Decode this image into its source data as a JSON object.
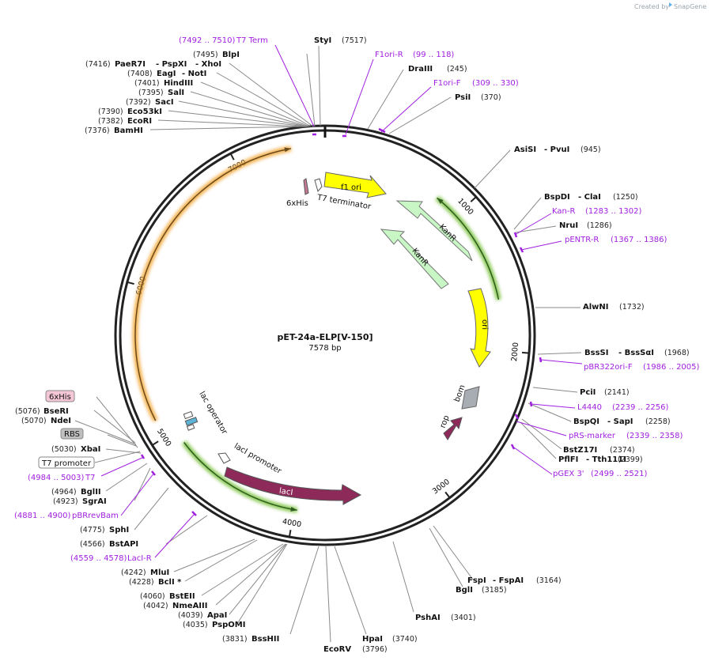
{
  "credit": {
    "text": "Created by",
    "brand": "SnapGene"
  },
  "plasmid": {
    "name": "pET-24a-ELP[V-150]",
    "size_label": "7578 bp",
    "length": 7578
  },
  "colors": {
    "primer": "#a020e0",
    "backbone": "#222222",
    "orf_orange": "#f2a93b",
    "orf_green": "#7dc242",
    "lacI": "#8e2a5a",
    "ori": "#ffff00",
    "kanR": "#c8f7c5",
    "bom": "#a8adb3",
    "rbs_box": "#bfbfbf",
    "his_box": "#f5c6d6"
  },
  "ticks": [
    "1000",
    "2000",
    "3000",
    "4000",
    "5000",
    "6000",
    "7000"
  ],
  "sites": [
    {
      "name": "StyI",
      "pos": "(7517)"
    },
    {
      "name": "BlpI",
      "pos": "(7495)"
    },
    {
      "name": "PaeR7I",
      "alt": "- PspXI",
      "alt2": "- XhoI",
      "pos": "(7416)"
    },
    {
      "name": "EagI",
      "alt": "- NotI",
      "pos": "(7408)"
    },
    {
      "name": "HindIII",
      "pos": "(7401)"
    },
    {
      "name": "SalI",
      "pos": "(7395)"
    },
    {
      "name": "SacI",
      "pos": "(7392)"
    },
    {
      "name": "Eco53kI",
      "pos": "(7390)"
    },
    {
      "name": "EcoRI",
      "pos": "(7382)"
    },
    {
      "name": "BamHI",
      "pos": "(7376)"
    },
    {
      "name": "DraIII",
      "pos": "(245)"
    },
    {
      "name": "PsiI",
      "pos": "(370)"
    },
    {
      "name": "AsiSI",
      "alt": "- PvuI",
      "pos": "(945)"
    },
    {
      "name": "BspDI",
      "alt": "- ClaI",
      "pos": "(1250)"
    },
    {
      "name": "NruI",
      "pos": "(1286)"
    },
    {
      "name": "AlwNI",
      "pos": "(1732)"
    },
    {
      "name": "BssSI",
      "alt": "- BssSαI",
      "pos": "(1968)"
    },
    {
      "name": "PciI",
      "pos": "(2141)"
    },
    {
      "name": "BspQI",
      "alt": "- SapI",
      "pos": "(2258)"
    },
    {
      "name": "BstZ17I",
      "pos": "(2374)"
    },
    {
      "name": "PflFI",
      "alt": "- Tth111I",
      "pos": "(2399)"
    },
    {
      "name": "FspI",
      "alt": "- FspAI",
      "pos": "(3164)"
    },
    {
      "name": "BglI",
      "pos": "(3185)"
    },
    {
      "name": "PshAI",
      "pos": "(3401)"
    },
    {
      "name": "HpaI",
      "pos": "(3740)"
    },
    {
      "name": "EcoRV",
      "pos": "(3796)"
    },
    {
      "name": "BssHII",
      "pos": "(3831)"
    },
    {
      "name": "PspOMI",
      "pos": "(4035)"
    },
    {
      "name": "ApaI",
      "pos": "(4039)"
    },
    {
      "name": "NmeAIII",
      "pos": "(4042)"
    },
    {
      "name": "BstEII",
      "pos": "(4060)"
    },
    {
      "name": "BclI *",
      "pos": "(4228)"
    },
    {
      "name": "MluI",
      "pos": "(4242)"
    },
    {
      "name": "BstAPI",
      "pos": "(4566)"
    },
    {
      "name": "SphI",
      "pos": "(4775)"
    },
    {
      "name": "SgrAI",
      "pos": "(4923)"
    },
    {
      "name": "BglII",
      "pos": "(4964)"
    },
    {
      "name": "XbaI",
      "pos": "(5030)"
    },
    {
      "name": "NdeI",
      "pos": "(5070)"
    },
    {
      "name": "BseRI",
      "pos": "(5076)"
    }
  ],
  "primers": [
    {
      "name": "T7 Term",
      "range": "(7492 .. 7510)"
    },
    {
      "name": "F1ori-R",
      "range": "(99 .. 118)"
    },
    {
      "name": "F1ori-F",
      "range": "(309 .. 330)"
    },
    {
      "name": "Kan-R",
      "range": "(1283 .. 1302)"
    },
    {
      "name": "pENTR-R",
      "range": "(1367 .. 1386)"
    },
    {
      "name": "pBR322ori-F",
      "range": "(1986 .. 2005)"
    },
    {
      "name": "L4440",
      "range": "(2239 .. 2256)"
    },
    {
      "name": "pRS-marker",
      "range": "(2339 .. 2358)"
    },
    {
      "name": "pGEX 3'",
      "range": "(2499 .. 2521)"
    },
    {
      "name": "LacI-R",
      "range": "(4559 .. 4578)"
    },
    {
      "name": "pBRrevBam",
      "range": "(4881 .. 4900)"
    },
    {
      "name": "T7",
      "range": "(4984 .. 5003)"
    }
  ],
  "features": {
    "f1_ori": "f1 ori",
    "kanR_1": "KanR",
    "kanR_2": "KanR",
    "ori": "ori",
    "bom": "bom",
    "rop": "rop",
    "lacI": "lacI",
    "lacI_promoter": "lacI promoter",
    "lac_operator": "lac operator",
    "his6_top": "6xHis",
    "t7_terminator": "T7 terminator",
    "his6_box": "6xHis",
    "rbs_box": "RBS",
    "t7_promoter_box": "T7 promoter"
  },
  "feature_spans": {
    "elp_orange": [
      5120,
      7360
    ],
    "kan_green": [
      825,
      1650
    ],
    "laci_green": [
      3980,
      4900
    ]
  }
}
